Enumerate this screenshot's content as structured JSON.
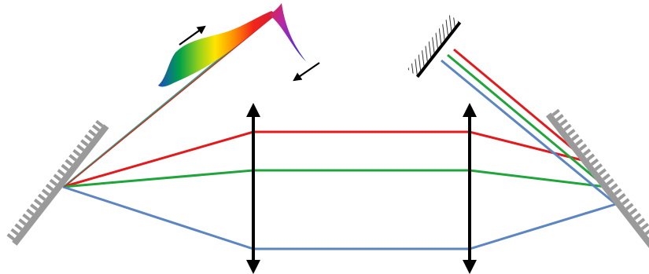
{
  "colors": {
    "background": "#ffffff",
    "red_ray": "#e31a1c",
    "green_ray": "#1fa53a",
    "blue_ray": "#5b86c2",
    "grating": "#9a9a9a",
    "lens_arrow": "#000000",
    "mirror": "#000000",
    "direction_arrow": "#000000"
  },
  "elements": {
    "left_grating": "diffraction-grating",
    "right_grating": "diffraction-grating",
    "lens_left": "lens-double-arrow",
    "lens_right": "lens-double-arrow",
    "end_mirror": "hatched-mirror",
    "input_pulse": "spectral-pulse",
    "output_pulse": "spectral-pulse",
    "input_arrow": "arrow-up-right-icon",
    "output_arrow": "arrow-down-left-icon"
  }
}
